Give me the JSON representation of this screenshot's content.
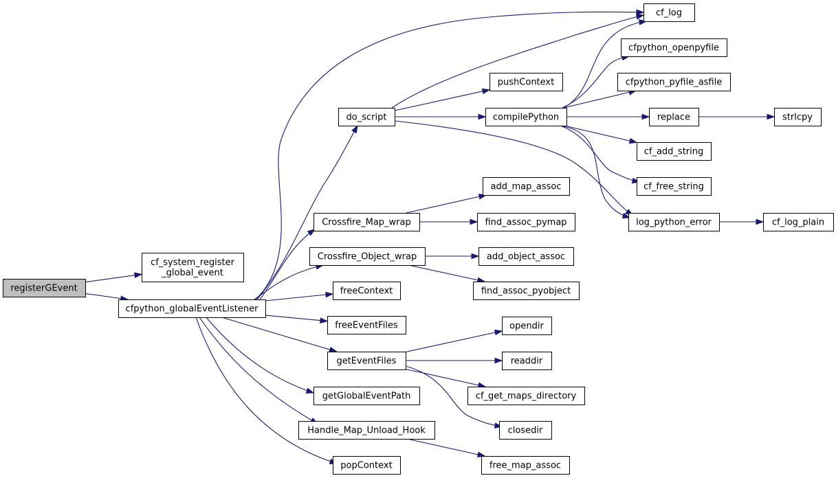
{
  "graph": {
    "colors": {
      "edge": "#191970",
      "root_fill": "#bfbfbf",
      "node_fill": "#ffffff",
      "node_border": "#000000"
    },
    "root": "registerGEvent",
    "nodes": [
      {
        "id": "registerGEvent",
        "label": [
          "registerGEvent"
        ]
      },
      {
        "id": "cf_system_register_global_event",
        "label": [
          "cf_system_register",
          "_global_event"
        ]
      },
      {
        "id": "cfpython_globalEventListener",
        "label": [
          "cfpython_globalEventListener"
        ]
      },
      {
        "id": "do_script",
        "label": [
          "do_script"
        ]
      },
      {
        "id": "Crossfire_Map_wrap",
        "label": [
          "Crossfire_Map_wrap"
        ]
      },
      {
        "id": "Crossfire_Object_wrap",
        "label": [
          "Crossfire_Object_wrap"
        ]
      },
      {
        "id": "freeContext",
        "label": [
          "freeContext"
        ]
      },
      {
        "id": "freeEventFiles",
        "label": [
          "freeEventFiles"
        ]
      },
      {
        "id": "getEventFiles",
        "label": [
          "getEventFiles"
        ]
      },
      {
        "id": "getGlobalEventPath",
        "label": [
          "getGlobalEventPath"
        ]
      },
      {
        "id": "Handle_Map_Unload_Hook",
        "label": [
          "Handle_Map_Unload_Hook"
        ]
      },
      {
        "id": "popContext",
        "label": [
          "popContext"
        ]
      },
      {
        "id": "cf_log",
        "label": [
          "cf_log"
        ]
      },
      {
        "id": "pushContext",
        "label": [
          "pushContext"
        ]
      },
      {
        "id": "compilePython",
        "label": [
          "compilePython"
        ]
      },
      {
        "id": "cfpython_openpyfile",
        "label": [
          "cfpython_openpyfile"
        ]
      },
      {
        "id": "cfpython_pyfile_asfile",
        "label": [
          "cfpython_pyfile_asfile"
        ]
      },
      {
        "id": "replace",
        "label": [
          "replace"
        ]
      },
      {
        "id": "strlcpy",
        "label": [
          "strlcpy"
        ]
      },
      {
        "id": "cf_add_string",
        "label": [
          "cf_add_string"
        ]
      },
      {
        "id": "cf_free_string",
        "label": [
          "cf_free_string"
        ]
      },
      {
        "id": "log_python_error",
        "label": [
          "log_python_error"
        ]
      },
      {
        "id": "cf_log_plain",
        "label": [
          "cf_log_plain"
        ]
      },
      {
        "id": "add_map_assoc",
        "label": [
          "add_map_assoc"
        ]
      },
      {
        "id": "find_assoc_pymap",
        "label": [
          "find_assoc_pymap"
        ]
      },
      {
        "id": "add_object_assoc",
        "label": [
          "add_object_assoc"
        ]
      },
      {
        "id": "find_assoc_pyobject",
        "label": [
          "find_assoc_pyobject"
        ]
      },
      {
        "id": "opendir",
        "label": [
          "opendir"
        ]
      },
      {
        "id": "readdir",
        "label": [
          "readdir"
        ]
      },
      {
        "id": "cf_get_maps_directory",
        "label": [
          "cf_get_maps_directory"
        ]
      },
      {
        "id": "closedir",
        "label": [
          "closedir"
        ]
      },
      {
        "id": "free_map_assoc",
        "label": [
          "free_map_assoc"
        ]
      }
    ],
    "edges": [
      [
        "registerGEvent",
        "cf_system_register_global_event"
      ],
      [
        "registerGEvent",
        "cfpython_globalEventListener"
      ],
      [
        "cfpython_globalEventListener",
        "cf_log"
      ],
      [
        "cfpython_globalEventListener",
        "do_script"
      ],
      [
        "cfpython_globalEventListener",
        "Crossfire_Map_wrap"
      ],
      [
        "cfpython_globalEventListener",
        "Crossfire_Object_wrap"
      ],
      [
        "cfpython_globalEventListener",
        "freeContext"
      ],
      [
        "cfpython_globalEventListener",
        "freeEventFiles"
      ],
      [
        "cfpython_globalEventListener",
        "getEventFiles"
      ],
      [
        "cfpython_globalEventListener",
        "getGlobalEventPath"
      ],
      [
        "cfpython_globalEventListener",
        "Handle_Map_Unload_Hook"
      ],
      [
        "cfpython_globalEventListener",
        "popContext"
      ],
      [
        "do_script",
        "cf_log"
      ],
      [
        "do_script",
        "pushContext"
      ],
      [
        "do_script",
        "compilePython"
      ],
      [
        "do_script",
        "log_python_error"
      ],
      [
        "compilePython",
        "cf_log"
      ],
      [
        "compilePython",
        "cfpython_openpyfile"
      ],
      [
        "compilePython",
        "cfpython_pyfile_asfile"
      ],
      [
        "compilePython",
        "replace"
      ],
      [
        "compilePython",
        "cf_add_string"
      ],
      [
        "compilePython",
        "cf_free_string"
      ],
      [
        "compilePython",
        "log_python_error"
      ],
      [
        "replace",
        "strlcpy"
      ],
      [
        "log_python_error",
        "cf_log_plain"
      ],
      [
        "Crossfire_Map_wrap",
        "add_map_assoc"
      ],
      [
        "Crossfire_Map_wrap",
        "find_assoc_pymap"
      ],
      [
        "Crossfire_Object_wrap",
        "add_object_assoc"
      ],
      [
        "Crossfire_Object_wrap",
        "find_assoc_pyobject"
      ],
      [
        "getEventFiles",
        "opendir"
      ],
      [
        "getEventFiles",
        "readdir"
      ],
      [
        "getEventFiles",
        "cf_get_maps_directory"
      ],
      [
        "getEventFiles",
        "closedir"
      ],
      [
        "Handle_Map_Unload_Hook",
        "free_map_assoc"
      ]
    ]
  }
}
